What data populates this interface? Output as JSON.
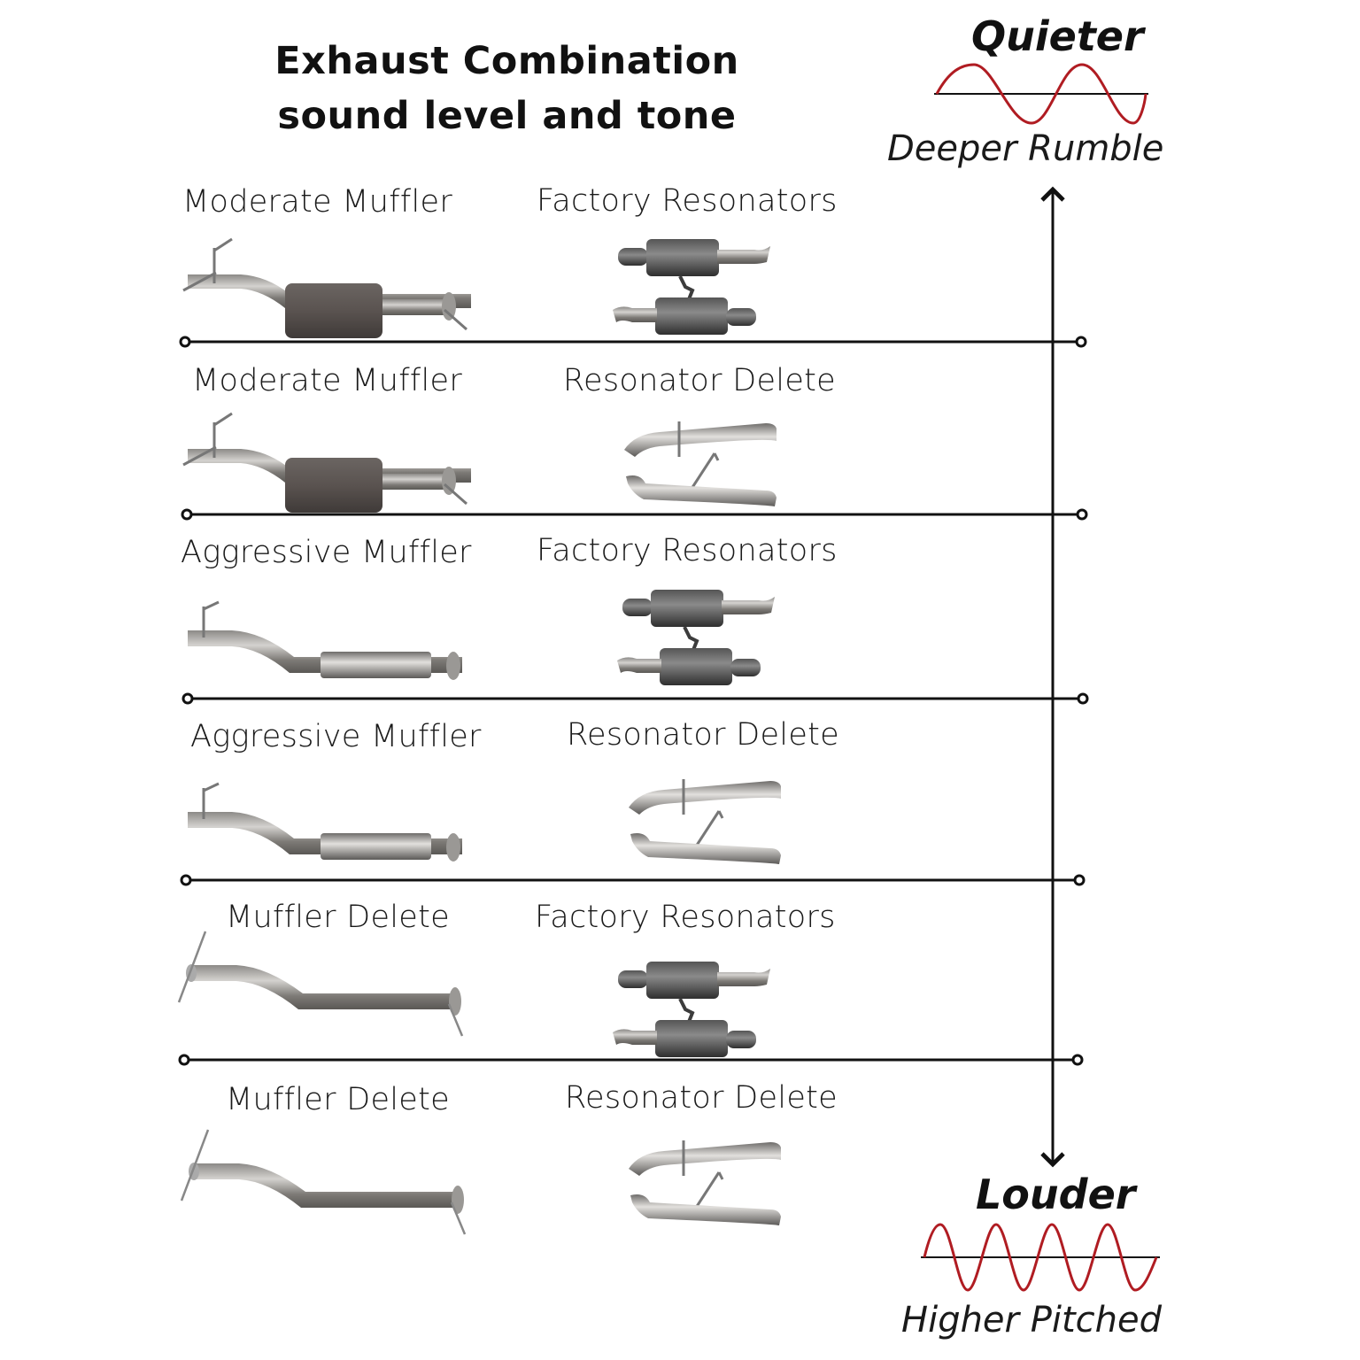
{
  "title": {
    "line1": "Exhaust Combination",
    "line2": "sound level and tone"
  },
  "scale": {
    "top": {
      "label": "Quieter",
      "sublabel": "Deeper Rumble",
      "wave_periods": 2
    },
    "bottom": {
      "label": "Louder",
      "sublabel": "Higher Pitched",
      "wave_periods": 4
    },
    "wave_color": "#b01c22",
    "axis_color": "#111111"
  },
  "rows": [
    {
      "muffler": "Moderate Muffler",
      "resonator": "Factory Resonators",
      "muffler_icon": "moderate-muffler-pipe-icon",
      "resonator_icon": "factory-resonators-icon"
    },
    {
      "muffler": "Moderate Muffler",
      "resonator": "Resonator Delete",
      "muffler_icon": "moderate-muffler-pipe-icon",
      "resonator_icon": "resonator-delete-pipes-icon"
    },
    {
      "muffler": "Aggressive Muffler",
      "resonator": "Factory Resonators",
      "muffler_icon": "aggressive-muffler-pipe-icon",
      "resonator_icon": "factory-resonators-icon"
    },
    {
      "muffler": "Aggressive Muffler",
      "resonator": "Resonator Delete",
      "muffler_icon": "aggressive-muffler-pipe-icon",
      "resonator_icon": "resonator-delete-pipes-icon"
    },
    {
      "muffler": "Muffler Delete",
      "resonator": "Factory Resonators",
      "muffler_icon": "muffler-delete-pipe-icon",
      "resonator_icon": "factory-resonators-icon"
    },
    {
      "muffler": "Muffler Delete",
      "resonator": "Resonator Delete",
      "muffler_icon": "muffler-delete-pipe-icon",
      "resonator_icon": "resonator-delete-pipes-icon"
    }
  ]
}
